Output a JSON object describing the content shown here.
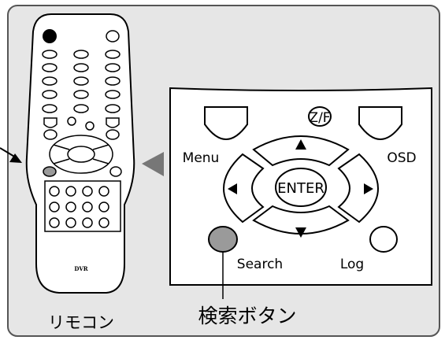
{
  "colors": {
    "panel_bg": "#e6e6e6",
    "panel_border": "#555555",
    "remote_body": "#ffffff",
    "power_button": "#000000",
    "search_button": "#9a9a9a",
    "pointer_arrow": "#777777"
  },
  "remote": {
    "brand": "DVR",
    "caption": "リモコン"
  },
  "zoom": {
    "zf_label": "Z/F",
    "menu_label": "Menu",
    "osd_label": "OSD",
    "enter_label": "ENTER",
    "search_label": "Search",
    "log_label": "Log"
  },
  "callout": {
    "search_button_caption": "検索ボタン"
  },
  "icons": {
    "up": "triangle-up",
    "down": "triangle-down",
    "left": "triangle-left",
    "right": "triangle-right",
    "pointer": "large-left-pointer-triangle"
  }
}
